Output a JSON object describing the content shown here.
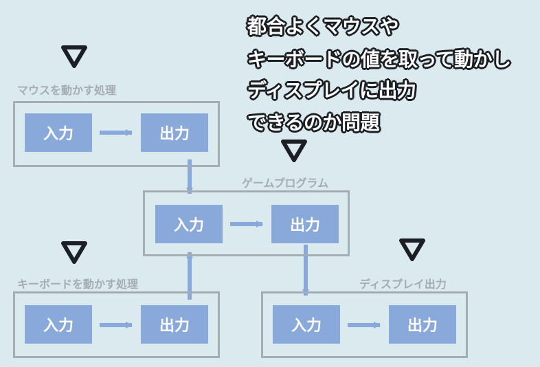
{
  "colors": {
    "background": "#dbeaee",
    "node_fill": "#89a9db",
    "arrow": "#89a9db",
    "frame_border": "#a3adb3",
    "group_label": "#a3adb3",
    "marker": "#1b1f24",
    "callout_text": "#ffffff",
    "callout_outline": "#1b1f24"
  },
  "groups": {
    "mouse": {
      "label": "マウスを動かす処理",
      "input": "入力",
      "output": "出力"
    },
    "keyboard": {
      "label": "キーボードを動かす処理",
      "input": "入力",
      "output": "出力"
    },
    "game": {
      "label": "ゲームプログラム",
      "input": "入力",
      "output": "出力"
    },
    "display": {
      "label": "ディスプレイ出力",
      "input": "入力",
      "output": "出力"
    }
  },
  "callout": {
    "lines": [
      "都合よくマウスや",
      "キーボードの値を取って動かし",
      "ディスプレイに出力",
      "できるのか問題"
    ]
  },
  "marker_icon": "down-triangle-icon"
}
